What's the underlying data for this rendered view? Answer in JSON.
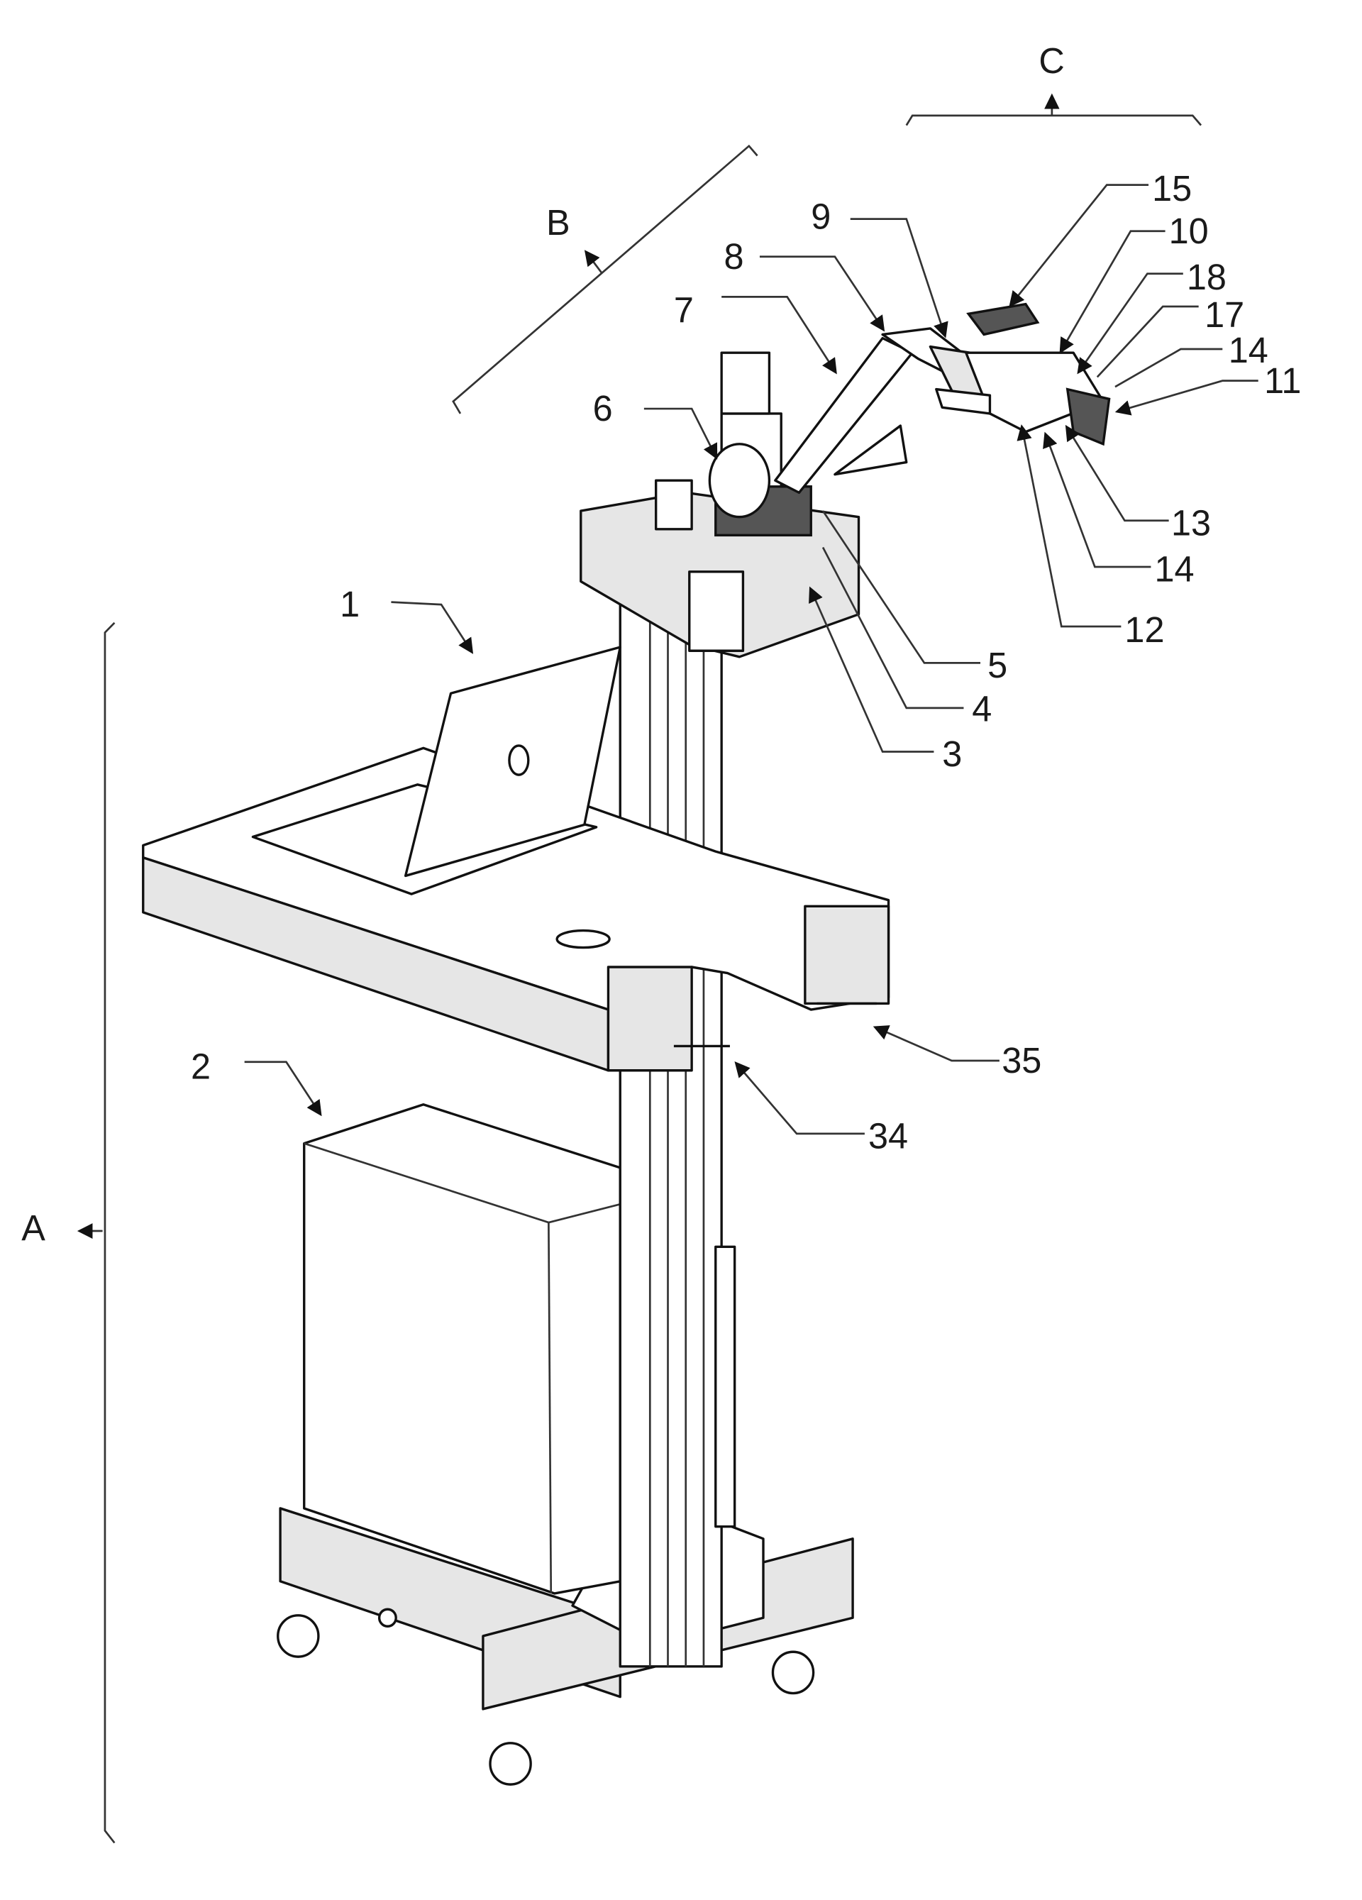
{
  "figure": {
    "groups": {
      "A": "A",
      "B": "B",
      "C": "C"
    },
    "labels": {
      "l1": "1",
      "l2": "2",
      "l3": "3",
      "l4": "4",
      "l5": "5",
      "l6": "6",
      "l7": "7",
      "l8": "8",
      "l9": "9",
      "l10": "10",
      "l11": "11",
      "l12": "12",
      "l13": "13",
      "l14a": "14",
      "l14b": "14",
      "l15": "15",
      "l17": "17",
      "l18": "18",
      "l34": "34",
      "l35": "35"
    }
  }
}
